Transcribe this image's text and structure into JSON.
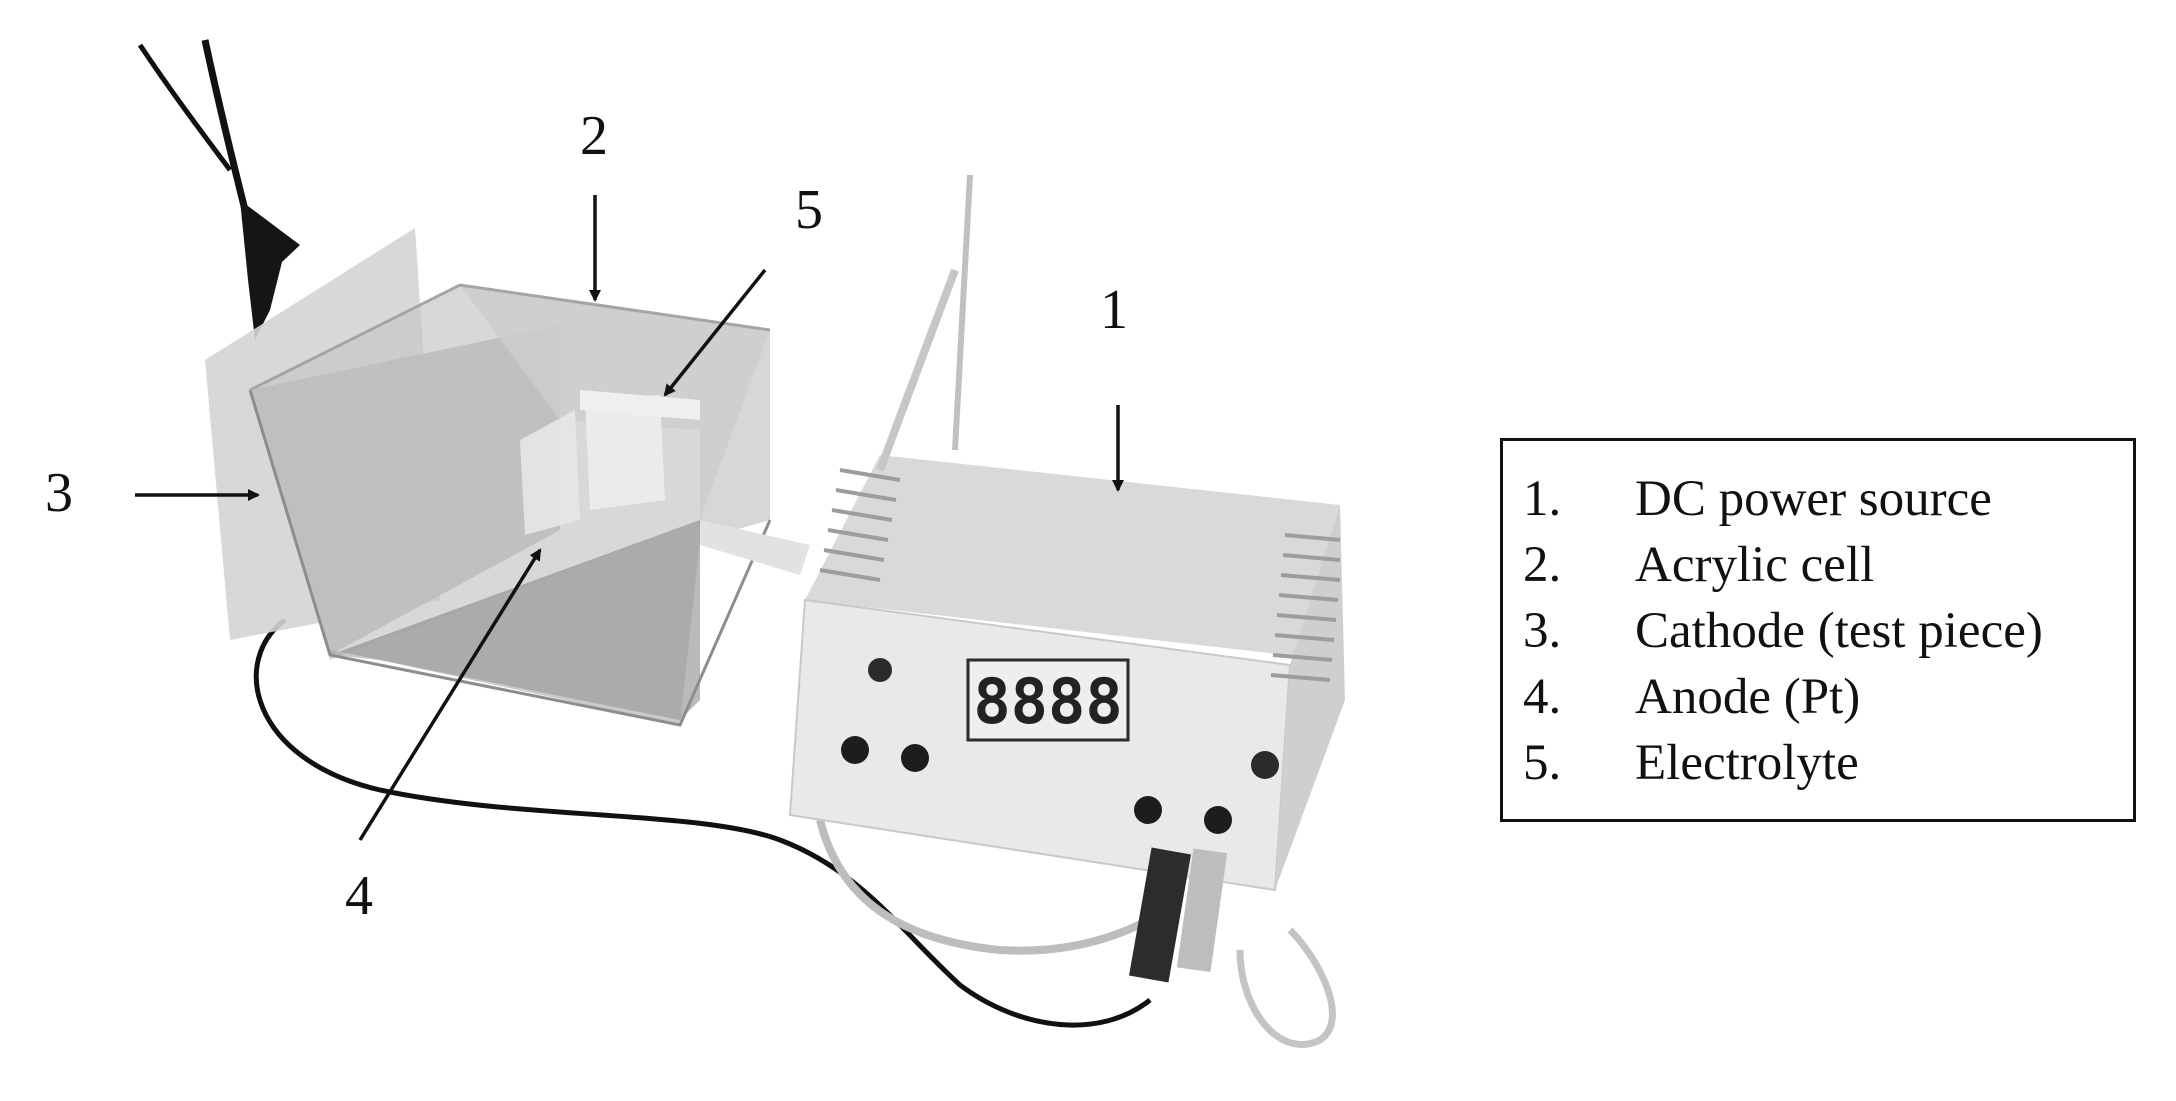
{
  "callouts": {
    "c1": "1",
    "c2": "2",
    "c3": "3",
    "c4": "4",
    "c5": "5"
  },
  "legend": {
    "items": [
      {
        "num": "1.",
        "label": "DC power source"
      },
      {
        "num": "2.",
        "label": "Acrylic cell"
      },
      {
        "num": "3.",
        "label": "Cathode (test piece)"
      },
      {
        "num": "4.",
        "label": "Anode (Pt)"
      },
      {
        "num": "5.",
        "label": "Electrolyte"
      }
    ]
  },
  "power_source_display": "8888",
  "colors": {
    "ink": "#111111",
    "acrylic": "#b9b9b9",
    "device_body": "#e6e6e6",
    "display_digits": "#d8d8d8"
  }
}
